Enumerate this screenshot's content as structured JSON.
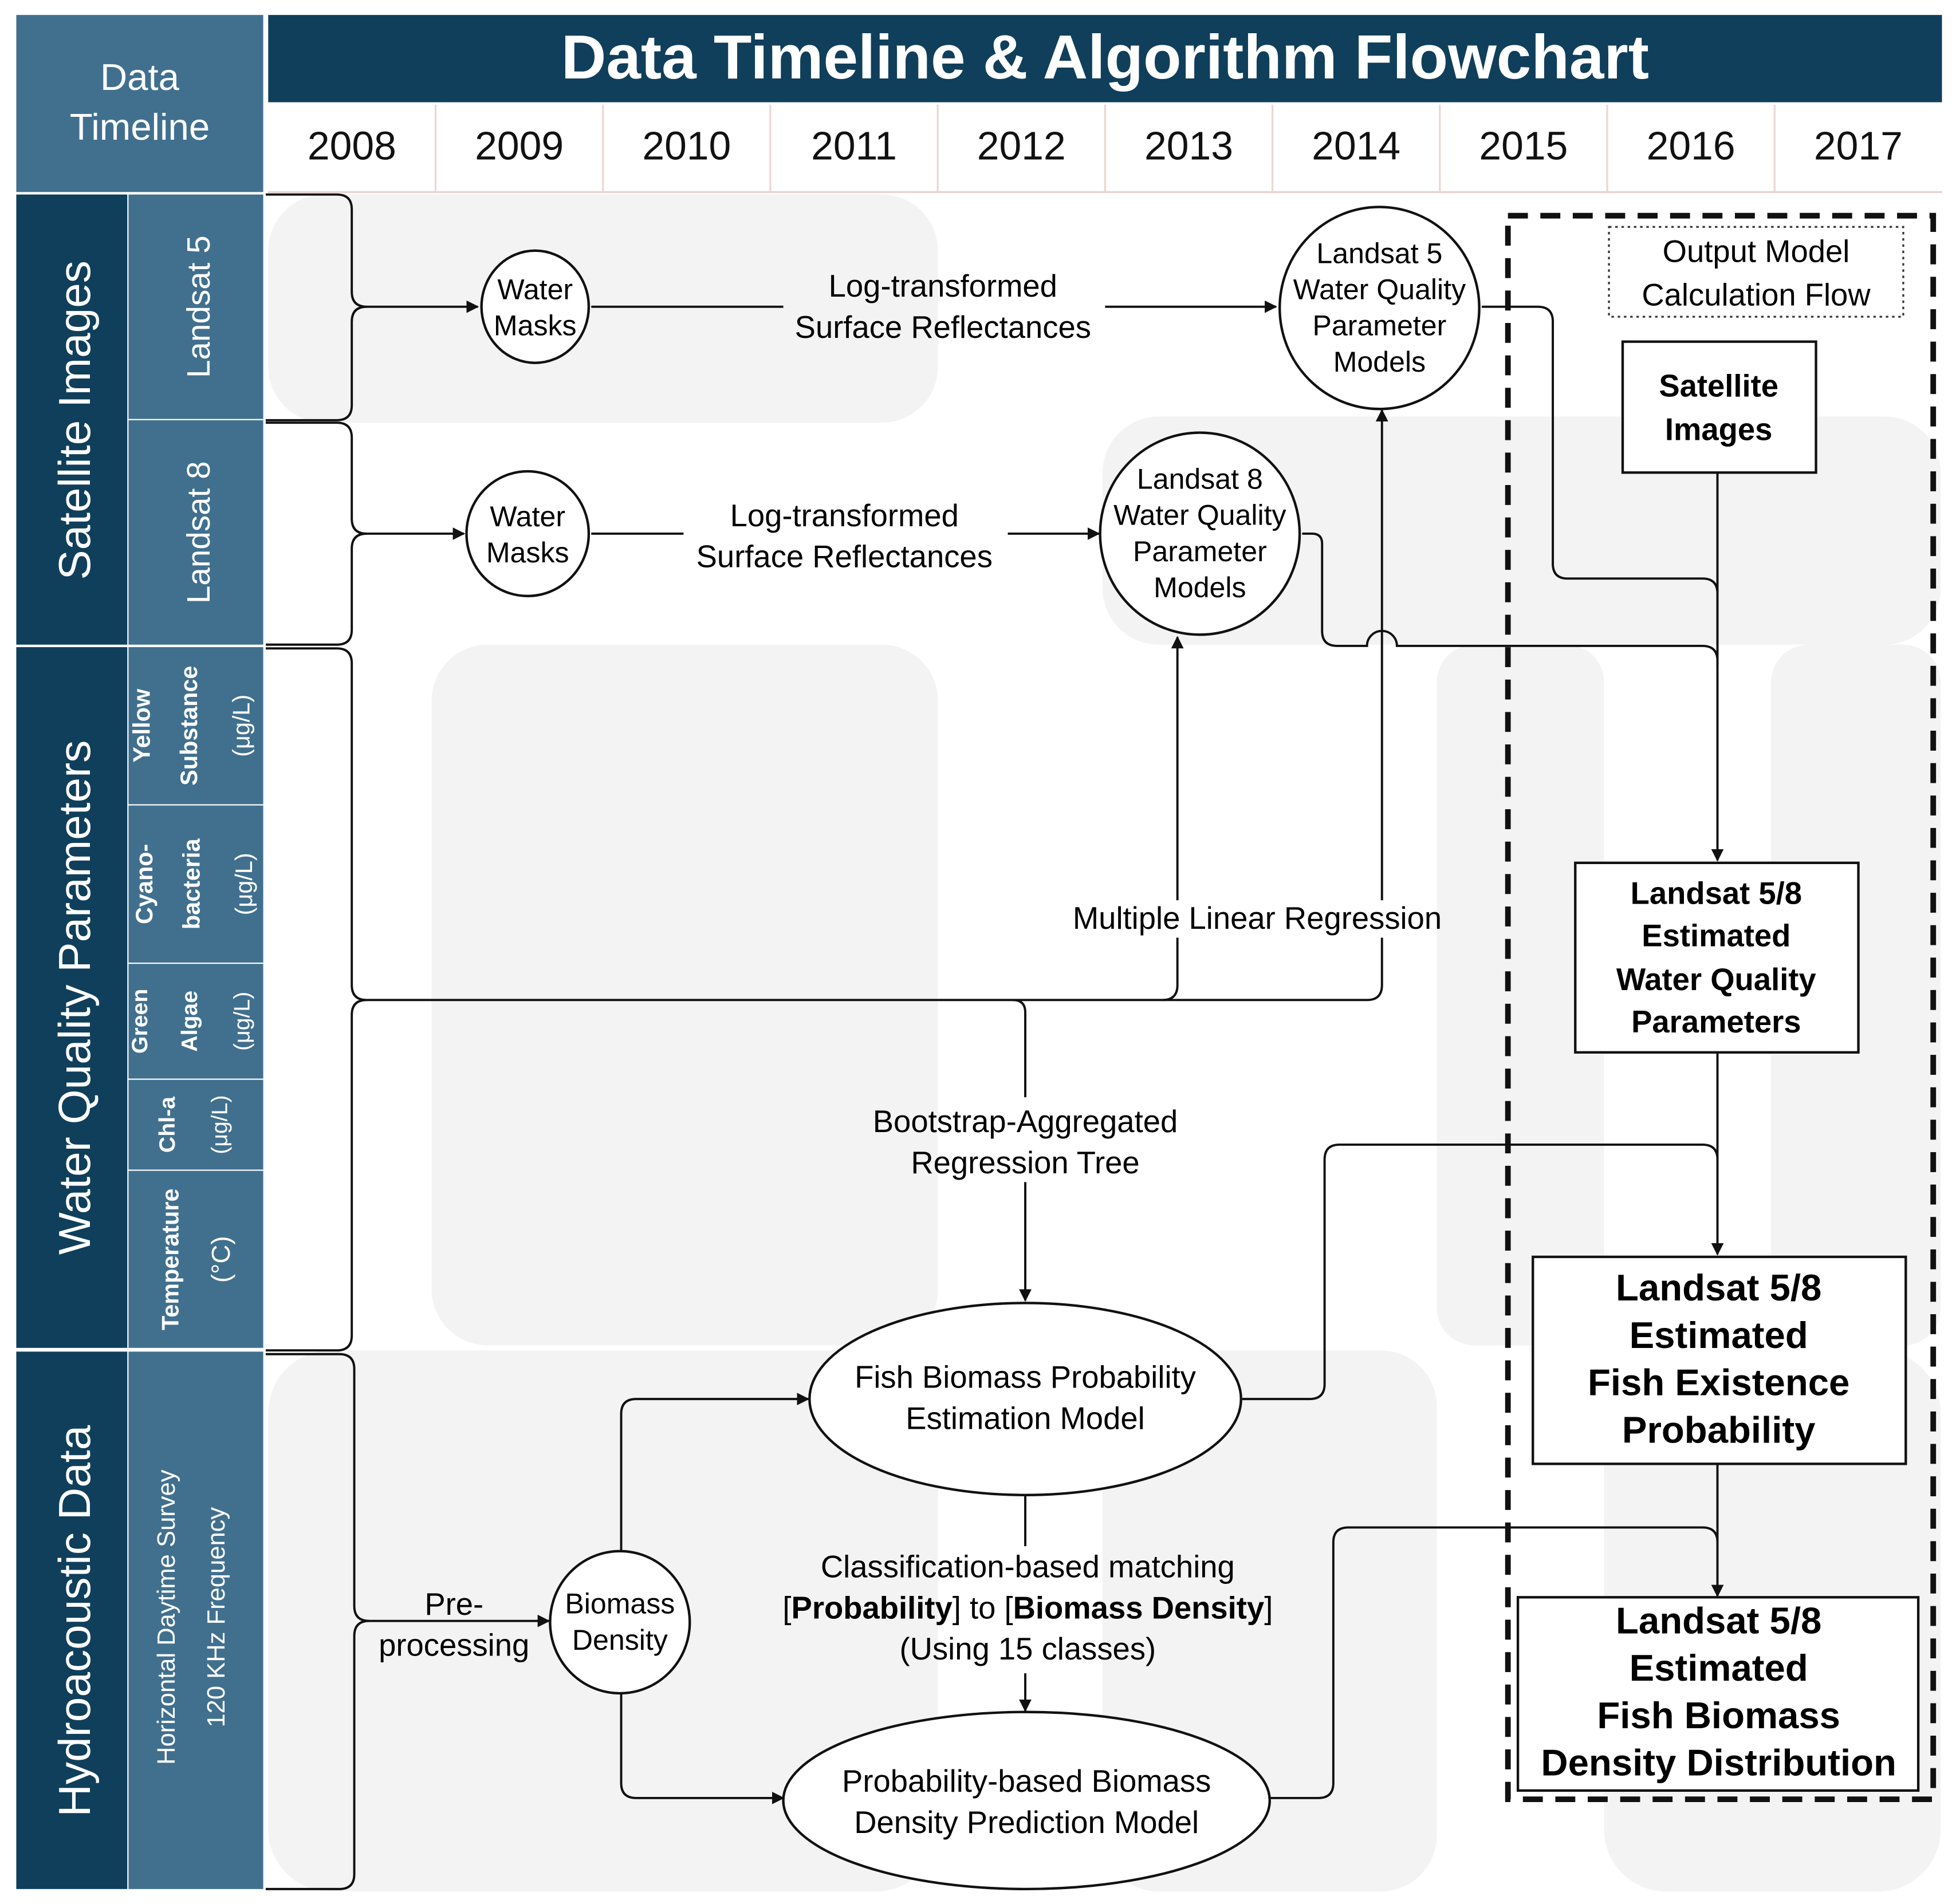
{
  "title": "Data Timeline & Algorithm Flowchart",
  "data_timeline_label": [
    "Data",
    "Timeline"
  ],
  "years": [
    "2008",
    "2009",
    "2010",
    "2011",
    "2012",
    "2013",
    "2014",
    "2015",
    "2016",
    "2017"
  ],
  "rows": {
    "satellite_images": {
      "label": "Satellite Images",
      "subrows": {
        "landsat5": "Landsat 5",
        "landsat8": "Landsat 8"
      }
    },
    "water_quality_parameters": {
      "label": "Water Quality Parameters",
      "subrows": {
        "yellow_substance": [
          "Yellow",
          "Substance",
          "(μg/L)"
        ],
        "cyanobacteria": [
          "Cyano-",
          "bacteria",
          "(μg/L)"
        ],
        "green_algae": [
          "Green",
          "Algae",
          "(μg/L)"
        ],
        "chla": [
          "Chl-a",
          "(μg/L)"
        ],
        "temperature": [
          "Temperature",
          "(°C)"
        ]
      }
    },
    "hydroacoustic_data": {
      "label": "Hydroacoustic Data",
      "subrow": [
        "Horizontal Daytime Survey",
        "120 KHz Frequency"
      ]
    }
  },
  "nodes": {
    "water_masks_l5": [
      "Water",
      "Masks"
    ],
    "water_masks_l8": [
      "Water",
      "Masks"
    ],
    "log_reflectance_l5": [
      "Log-transformed",
      "Surface Reflectances"
    ],
    "log_reflectance_l8": [
      "Log-transformed",
      "Surface Reflectances"
    ],
    "l5_models": [
      "Landsat 5",
      "Water Quality",
      "Parameter",
      "Models"
    ],
    "l8_models": [
      "Landsat 8",
      "Water Quality",
      "Parameter",
      "Models"
    ],
    "mlr": "Multiple Linear Regression",
    "bagging": [
      "Bootstrap-Aggregated",
      "Regression Tree"
    ],
    "fish_prob_model": [
      "Fish Biomass Probability",
      "Estimation Model"
    ],
    "classification": [
      "Classification-based matching",
      "(Using 15 classes)"
    ],
    "classification_rich": {
      "open1": "[",
      "bold1": "Probability",
      "mid": "] to [",
      "bold2": "Biomass Density",
      "close": "]"
    },
    "biomass_pred_model": [
      "Probability-based Biomass",
      "Density Prediction Model"
    ],
    "preprocessing": [
      "Pre-",
      "processing"
    ],
    "biomass_density": [
      "Biomass",
      "Density"
    ]
  },
  "output_flow": {
    "label": [
      "Output Model",
      "Calculation Flow"
    ],
    "satellite_images": [
      "Satellite",
      "Images"
    ],
    "est_wq": [
      "Landsat 5/8",
      "Estimated",
      "Water Quality",
      "Parameters"
    ],
    "est_fish_prob": [
      "Landsat 5/8",
      "Estimated",
      "Fish Existence",
      "Probability"
    ],
    "est_biomass": [
      "Landsat 5/8",
      "Estimated",
      "Fish Biomass",
      "Density Distribution"
    ]
  },
  "colors": {
    "header_dark": "#0f3f5b",
    "header_mid": "#41708f",
    "header_light": "#6a93ad",
    "band_gray": "#f3f3f3",
    "line": "#111111"
  }
}
